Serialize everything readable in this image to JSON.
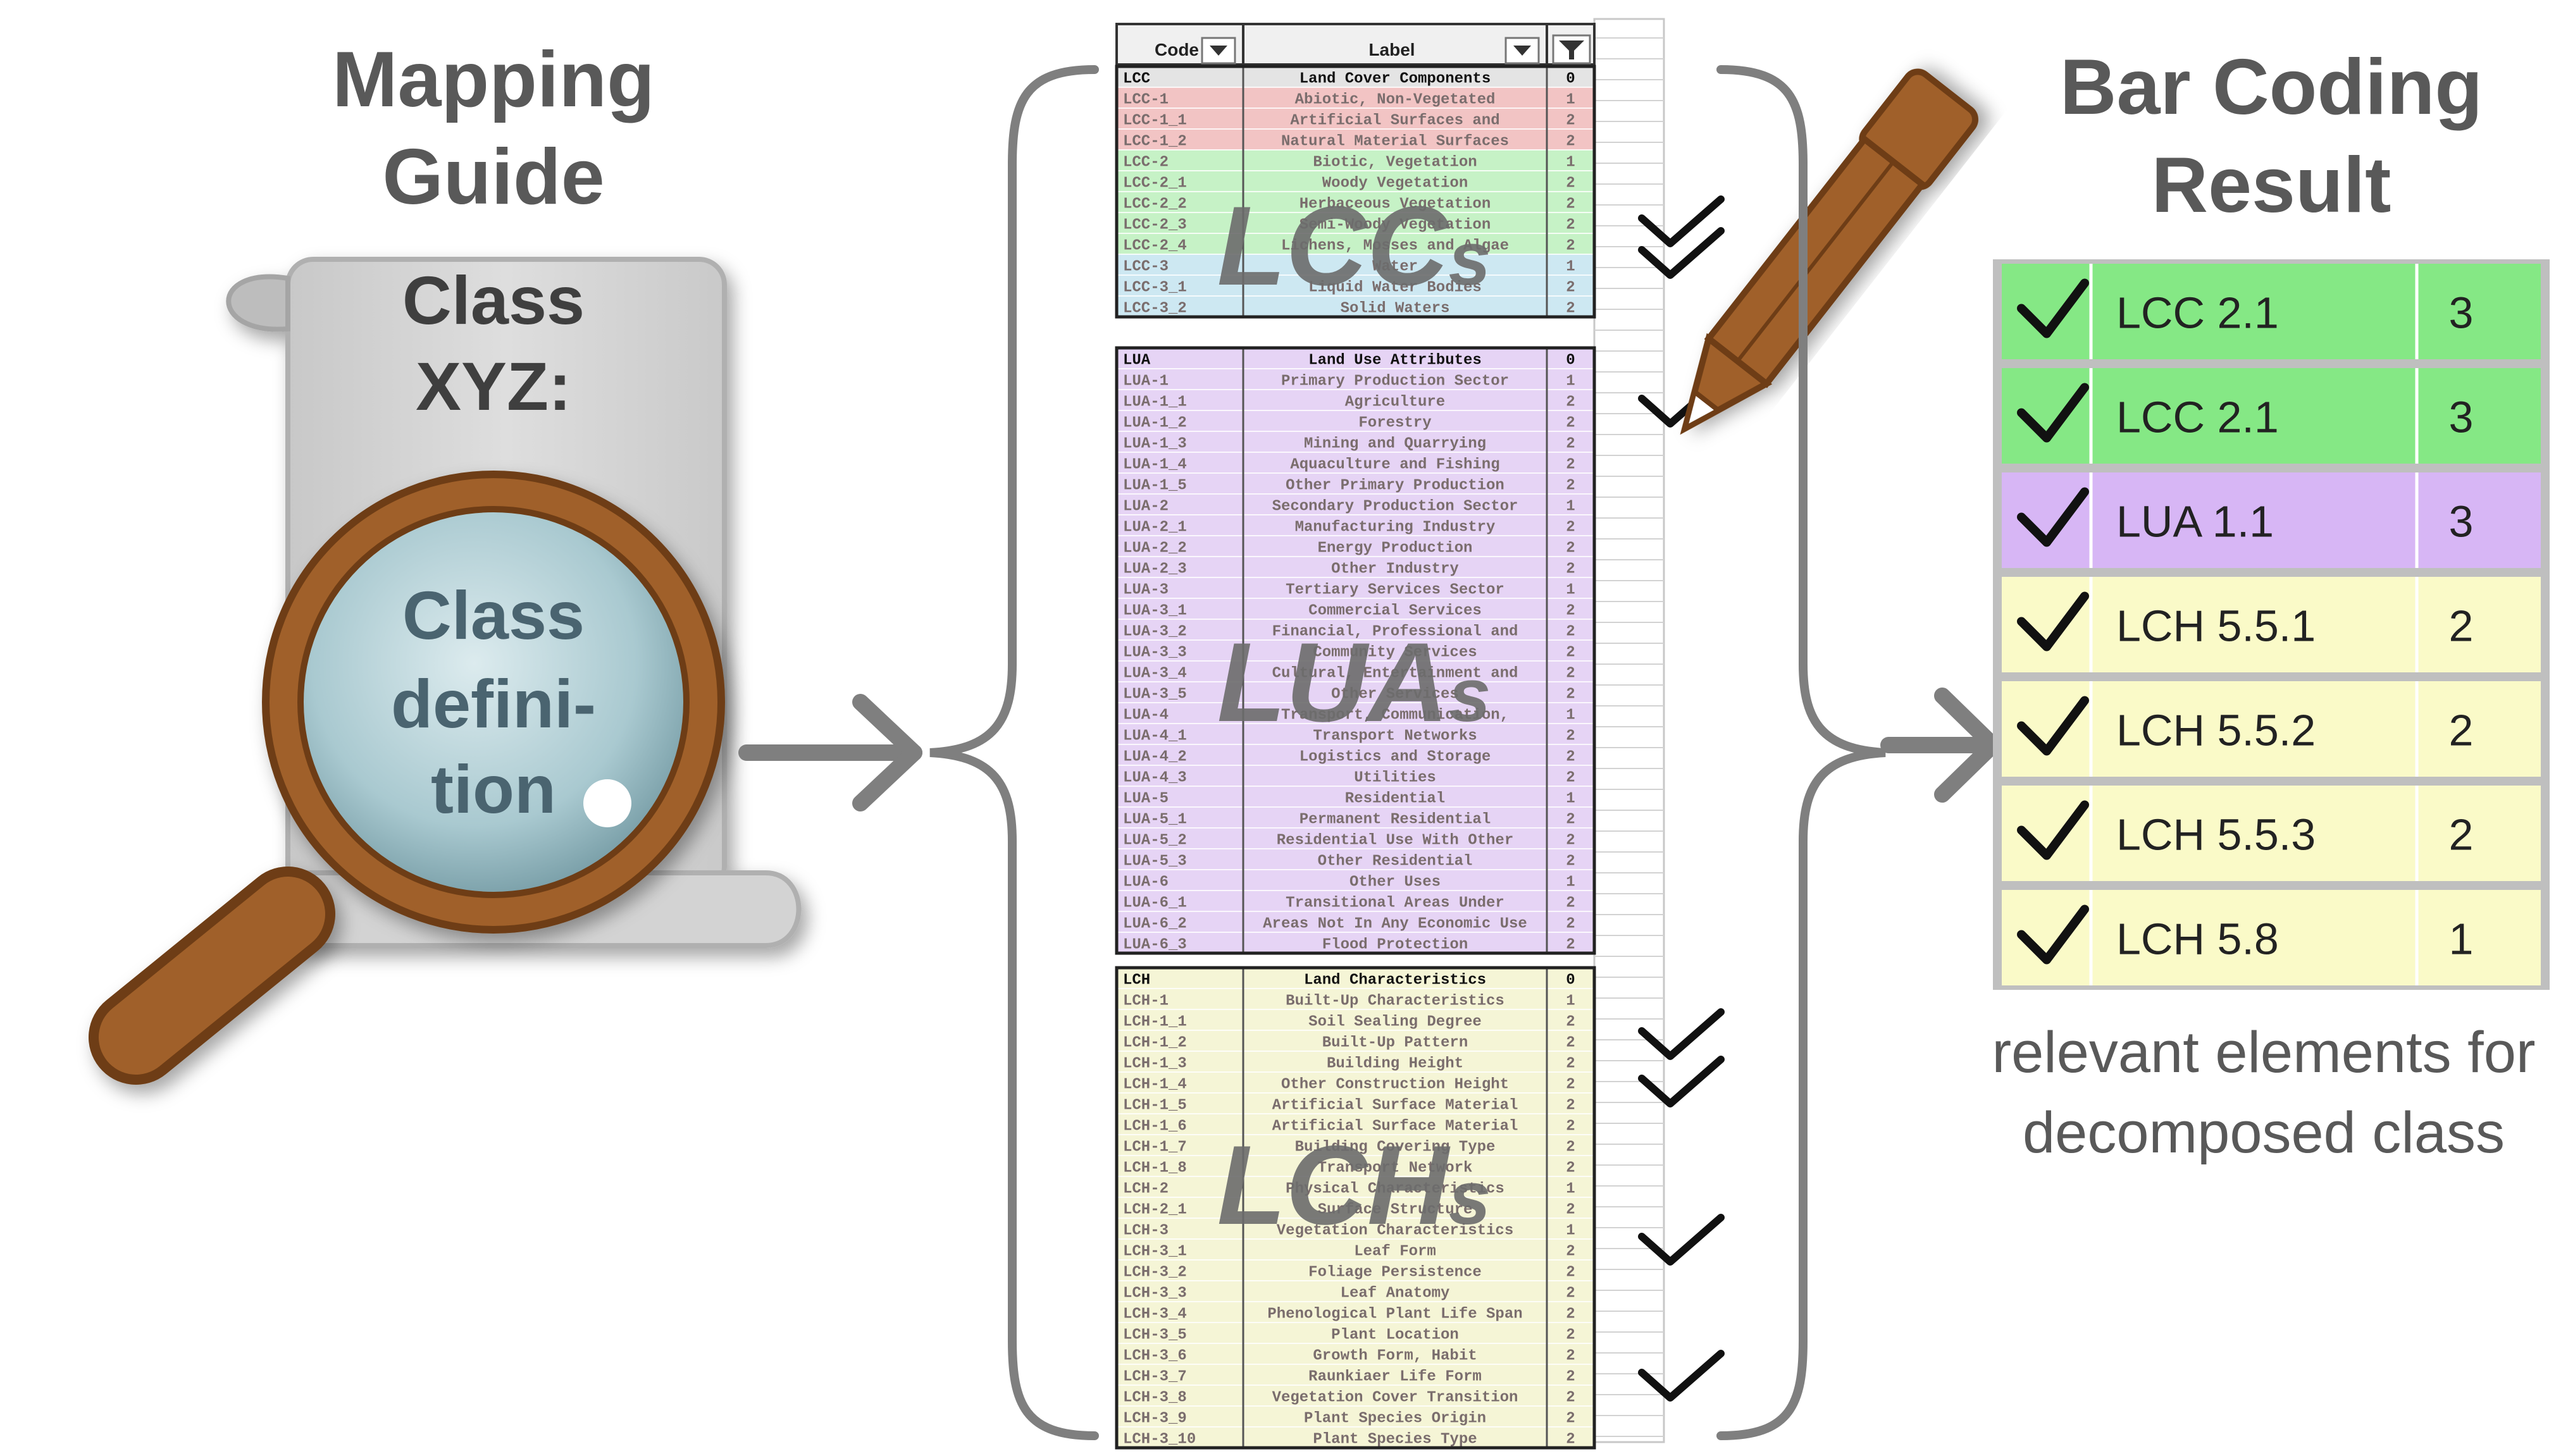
{
  "guide": {
    "title_line1": "Mapping",
    "title_line2": "Guide",
    "scroll_line1": "Class",
    "scroll_line2": "XYZ:",
    "lens_line1": "Class",
    "lens_line2": "defini-",
    "lens_line3": "tion"
  },
  "table": {
    "header_code": "Code",
    "header_label": "Label",
    "lcc_big_label": "LCC",
    "lcc_big_suffix": "s",
    "lua_big_label": "LUA",
    "lua_big_suffix": "s",
    "lch_big_label": "LCH",
    "lch_big_suffix": "s",
    "lcc_rows": [
      {
        "code": "LCC",
        "label": "Land Cover Components",
        "lvl": "0",
        "color": "#e4e4e4"
      },
      {
        "code": "LCC-1",
        "label": "Abiotic, Non-Vegetated",
        "lvl": "1",
        "color": "#f2c4c4"
      },
      {
        "code": "LCC-1_1",
        "label": "Artificial Surfaces and",
        "lvl": "2",
        "color": "#f2c4c4"
      },
      {
        "code": "LCC-1_2",
        "label": "Natural Material Surfaces",
        "lvl": "2",
        "color": "#f2c4c4"
      },
      {
        "code": "LCC-2",
        "label": "Biotic, Vegetation",
        "lvl": "1",
        "color": "#c6f2c6"
      },
      {
        "code": "LCC-2_1",
        "label": "Woody Vegetation",
        "lvl": "2",
        "color": "#c6f2c6"
      },
      {
        "code": "LCC-2_2",
        "label": "Herbaceous Vegetation",
        "lvl": "2",
        "color": "#c6f2c6"
      },
      {
        "code": "LCC-2_3",
        "label": "Semi-Woody Vegetation",
        "lvl": "2",
        "color": "#c6f2c6"
      },
      {
        "code": "LCC-2_4",
        "label": "Lichens, Mosses and Algae",
        "lvl": "2",
        "color": "#c6f2c6"
      },
      {
        "code": "LCC-3",
        "label": "Water",
        "lvl": "1",
        "color": "#cde8f2"
      },
      {
        "code": "LCC-3_1",
        "label": "Liquid Water Bodies",
        "lvl": "2",
        "color": "#cde8f2"
      },
      {
        "code": "LCC-3_2",
        "label": "Solid Waters",
        "lvl": "2",
        "color": "#cde8f2"
      }
    ],
    "lua_rows": [
      {
        "code": "LUA",
        "label": "Land Use Attributes",
        "lvl": "0"
      },
      {
        "code": "LUA-1",
        "label": "Primary Production Sector",
        "lvl": "1"
      },
      {
        "code": "LUA-1_1",
        "label": "Agriculture",
        "lvl": "2"
      },
      {
        "code": "LUA-1_2",
        "label": "Forestry",
        "lvl": "2"
      },
      {
        "code": "LUA-1_3",
        "label": "Mining and Quarrying",
        "lvl": "2"
      },
      {
        "code": "LUA-1_4",
        "label": "Aquaculture and Fishing",
        "lvl": "2"
      },
      {
        "code": "LUA-1_5",
        "label": "Other Primary Production",
        "lvl": "2"
      },
      {
        "code": "LUA-2",
        "label": "Secondary Production Sector",
        "lvl": "1"
      },
      {
        "code": "LUA-2_1",
        "label": "Manufacturing Industry",
        "lvl": "2"
      },
      {
        "code": "LUA-2_2",
        "label": "Energy Production",
        "lvl": "2"
      },
      {
        "code": "LUA-2_3",
        "label": "Other Industry",
        "lvl": "2"
      },
      {
        "code": "LUA-3",
        "label": "Tertiary Services Sector",
        "lvl": "1"
      },
      {
        "code": "LUA-3_1",
        "label": "Commercial Services",
        "lvl": "2"
      },
      {
        "code": "LUA-3_2",
        "label": "Financial, Professional and",
        "lvl": "2"
      },
      {
        "code": "LUA-3_3",
        "label": "Community Services",
        "lvl": "2"
      },
      {
        "code": "LUA-3_4",
        "label": "Cultural, Entertainment and",
        "lvl": "2"
      },
      {
        "code": "LUA-3_5",
        "label": "Other Services",
        "lvl": "2"
      },
      {
        "code": "LUA-4",
        "label": "Transport, Communication,",
        "lvl": "1"
      },
      {
        "code": "LUA-4_1",
        "label": "Transport Networks",
        "lvl": "2"
      },
      {
        "code": "LUA-4_2",
        "label": "Logistics and Storage",
        "lvl": "2"
      },
      {
        "code": "LUA-4_3",
        "label": "Utilities",
        "lvl": "2"
      },
      {
        "code": "LUA-5",
        "label": "Residential",
        "lvl": "1"
      },
      {
        "code": "LUA-5_1",
        "label": "Permanent Residential",
        "lvl": "2"
      },
      {
        "code": "LUA-5_2",
        "label": "Residential Use With Other",
        "lvl": "2"
      },
      {
        "code": "LUA-5_3",
        "label": "Other Residential",
        "lvl": "2"
      },
      {
        "code": "LUA-6",
        "label": "Other Uses",
        "lvl": "1"
      },
      {
        "code": "LUA-6_1",
        "label": "Transitional Areas Under",
        "lvl": "2"
      },
      {
        "code": "LUA-6_2",
        "label": "Areas Not In Any Economic Use",
        "lvl": "2"
      },
      {
        "code": "LUA-6_3",
        "label": "Flood Protection",
        "lvl": "2"
      }
    ],
    "lch_rows": [
      {
        "code": "LCH",
        "label": "Land Characteristics",
        "lvl": "0"
      },
      {
        "code": "LCH-1",
        "label": "Built-Up Characteristics",
        "lvl": "1"
      },
      {
        "code": "LCH-1_1",
        "label": "Soil Sealing Degree",
        "lvl": "2"
      },
      {
        "code": "LCH-1_2",
        "label": "Built-Up Pattern",
        "lvl": "2"
      },
      {
        "code": "LCH-1_3",
        "label": "Building Height",
        "lvl": "2"
      },
      {
        "code": "LCH-1_4",
        "label": "Other Construction Height",
        "lvl": "2"
      },
      {
        "code": "LCH-1_5",
        "label": "Artificial Surface Material",
        "lvl": "2"
      },
      {
        "code": "LCH-1_6",
        "label": "Artificial Surface Material",
        "lvl": "2"
      },
      {
        "code": "LCH-1_7",
        "label": "Building Covering Type",
        "lvl": "2"
      },
      {
        "code": "LCH-1_8",
        "label": "Transport Network",
        "lvl": "2"
      },
      {
        "code": "LCH-2",
        "label": "Physical Characteristics",
        "lvl": "1"
      },
      {
        "code": "LCH-2_1",
        "label": "Surface Structure",
        "lvl": "2"
      },
      {
        "code": "LCH-3",
        "label": "Vegetation Characteristics",
        "lvl": "1"
      },
      {
        "code": "LCH-3_1",
        "label": "Leaf Form",
        "lvl": "2"
      },
      {
        "code": "LCH-3_2",
        "label": "Foliage Persistence",
        "lvl": "2"
      },
      {
        "code": "LCH-3_3",
        "label": "Leaf Anatomy",
        "lvl": "2"
      },
      {
        "code": "LCH-3_4",
        "label": "Phenological Plant Life Span",
        "lvl": "2"
      },
      {
        "code": "LCH-3_5",
        "label": "Plant Location",
        "lvl": "2"
      },
      {
        "code": "LCH-3_6",
        "label": "Growth Form, Habit",
        "lvl": "2"
      },
      {
        "code": "LCH-3_7",
        "label": "Raunkiaer Life Form",
        "lvl": "2"
      },
      {
        "code": "LCH-3_8",
        "label": "Vegetation Cover Transition",
        "lvl": "2"
      },
      {
        "code": "LCH-3_9",
        "label": "Plant Species Origin",
        "lvl": "2"
      },
      {
        "code": "LCH-3_10",
        "label": "Plant Species Type",
        "lvl": "2"
      }
    ],
    "lua_color": "#e6d4f5",
    "lch_color": "#f5f5d6"
  },
  "result": {
    "title_line1": "Bar Coding",
    "title_line2": "Result",
    "rows": [
      {
        "code": "LCC 2.1",
        "value": "3",
        "color": "#85e885"
      },
      {
        "code": "LCC 2.1",
        "value": "3",
        "color": "#85e885"
      },
      {
        "code": "LUA 1.1",
        "value": "3",
        "color": "#d7b6f5"
      },
      {
        "code": "LCH 5.5.1",
        "value": "2",
        "color": "#fafac8"
      },
      {
        "code": "LCH 5.5.2",
        "value": "2",
        "color": "#fafac8"
      },
      {
        "code": "LCH 5.5.3",
        "value": "2",
        "color": "#fafac8"
      },
      {
        "code": "LCH 5.8",
        "value": "1",
        "color": "#fafac8"
      }
    ],
    "caption_line1": "relevant elements for",
    "caption_line2": "decomposed class"
  },
  "colors": {
    "title_gray": "#595959",
    "lens_text": "#4a6470",
    "wood": "#a0602a",
    "wood_dark": "#6e3e14",
    "brace": "#7f7f7f"
  }
}
